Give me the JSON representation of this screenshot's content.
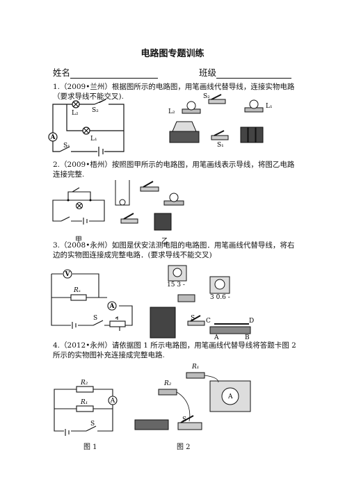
{
  "title": "电路图专题训练",
  "fields": {
    "name_label": "姓名",
    "class_label": "班级"
  },
  "questions": [
    {
      "text": "1.（2009•兰州）根据图所示的电路图，用笔画线代替导线，连接实物电路（要求导线不能交叉)."
    },
    {
      "text": "2.（2009•梧州）按照图甲所示的电路图，用笔画线表示导线，将图乙电路连接完整."
    },
    {
      "text": "3.（2008•永州）如图是伏安法测电阻的电路图．用笔画线代替导线，将右边的实物图连接成完整电路．(要求导线不能交叉)"
    },
    {
      "text": "4.（2012•永州）请依据图 1 所示电路图，用笔画线代替导线将答题卡图 2 所示的实物图补充连接成完整电路."
    }
  ],
  "figure_labels": {
    "q1": {
      "L2": "L₂",
      "S2": "S₂",
      "L1": "L₁",
      "S1": "S₁",
      "A": "A",
      "real_S2": "S₂",
      "real_L2": "L₂",
      "real_L1": "L₁",
      "real_S1": "S₁"
    },
    "q2": {
      "jia": "甲",
      "yi": "乙"
    },
    "q3": {
      "V": "V",
      "Rx": "Rₓ",
      "A": "A",
      "S": "S",
      "m1": "15  3  -",
      "m2": "3  0.6  -",
      "s_real": "S",
      "C": "C",
      "D": "D",
      "Ar": "A",
      "Br": "B"
    },
    "q4": {
      "R2": "R₂",
      "R1": "R₁",
      "A": "A",
      "S": "S",
      "fig1": "图 1",
      "fig2": "图 2",
      "rR1": "R₁",
      "rR2": "R₂",
      "rS": "S",
      "rA": "A"
    }
  }
}
